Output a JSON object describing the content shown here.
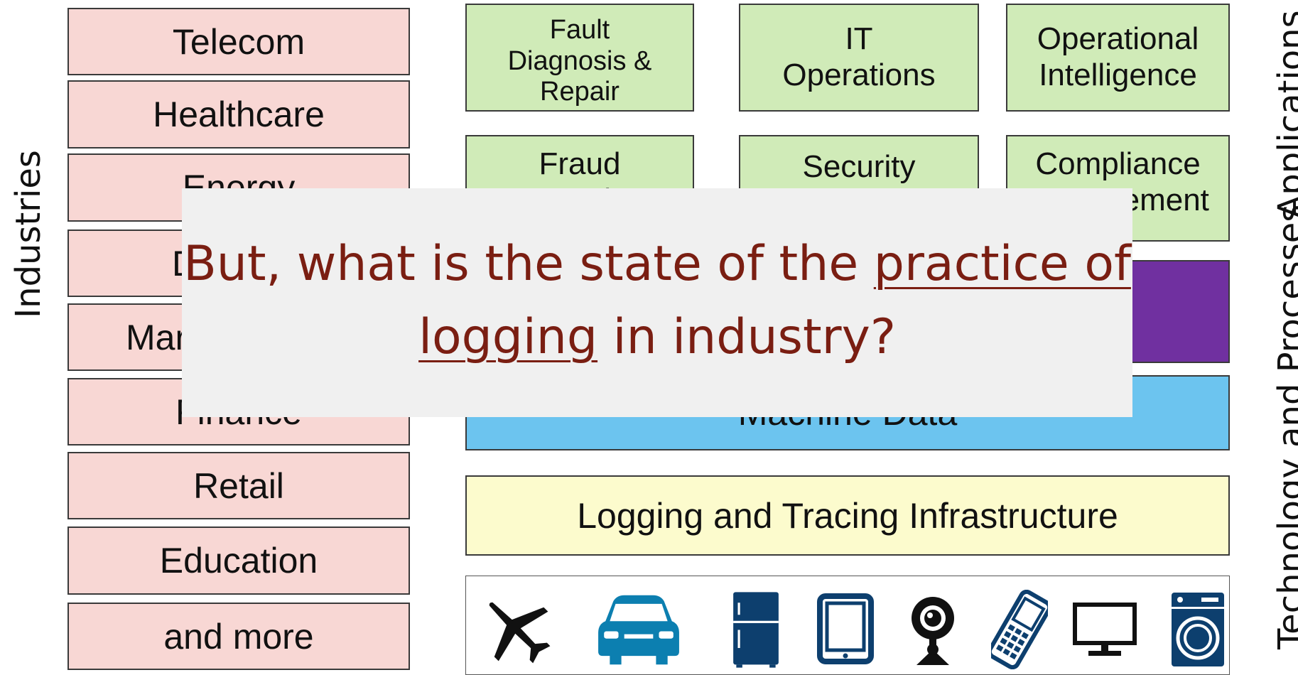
{
  "industries": {
    "axis_label": "Industries",
    "items": [
      "Telecom",
      "Healthcare",
      "Energy",
      "D",
      "Mar",
      "Finance",
      "Retail",
      "Education",
      "and more"
    ]
  },
  "applications": {
    "axis_label": "Applications",
    "row1": [
      "Fault Diagnosis & Repair",
      "IT Operations",
      "Operational Intelligence"
    ],
    "row2": [
      "Fraud Detection",
      "Security",
      "Compliance Management"
    ]
  },
  "tech_axis_label": "Technology and Processes",
  "layers": {
    "machine_data": "Machine Data",
    "logging": "Logging and Tracing Infrastructure"
  },
  "overlay": {
    "text_a": "But, what is the state of the ",
    "text_b": "practice of logging",
    "text_c": " in industry?"
  },
  "colors": {
    "industry_fill": "#f8d7d4",
    "application_fill": "#d0ebb8",
    "purple_layer": "#7030a0",
    "machine_data_fill": "#6cc4ef",
    "logging_fill": "#fcfbcd",
    "question_text": "#7a1e12",
    "icon_blue": "#0d3f6e"
  },
  "devices": [
    "airplane-icon",
    "car-icon",
    "refrigerator-icon",
    "tablet-icon",
    "webcam-icon",
    "mobile-phone-icon",
    "monitor-icon",
    "washing-machine-icon"
  ]
}
